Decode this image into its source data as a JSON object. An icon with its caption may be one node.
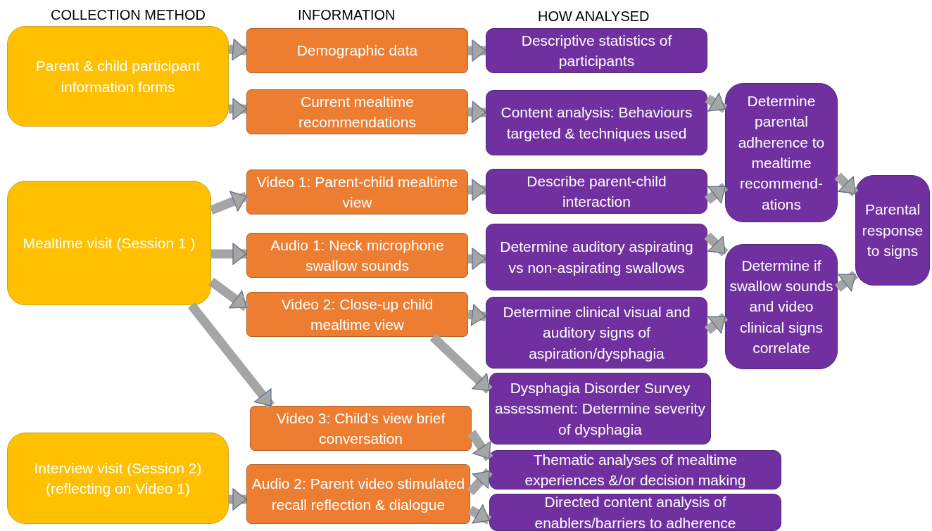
{
  "diagram": {
    "nodes": [
      {
        "text": [
          "Parent & child participant information forms"
        ]
      },
      {
        "text": [
          "Mealtime visit (Session 1 )"
        ]
      },
      {
        "text": [
          "Interview visit (Session 2) (reflecting on Video 1)"
        ]
      },
      {
        "text": [
          "Demographic data"
        ]
      },
      {
        "text": [
          "Current mealtime recommendations"
        ]
      },
      {
        "text": [
          "Video 1: Parent-child mealtime view"
        ]
      },
      {
        "text": [
          "Audio 1: Neck microphone swallow sounds"
        ]
      },
      {
        "text": [
          "Video 2: Close-up child mealtime view"
        ]
      },
      {
        "text": [
          "Video 3: Child’s view brief conversation"
        ]
      },
      {
        "text": [
          "Audio 2: Parent video stimulated recall reflection & dialogue"
        ]
      },
      {
        "text": [
          "Descriptive statistics of participants"
        ]
      },
      {
        "text": [
          "Content analysis: Behaviours targeted & techniques used"
        ]
      },
      {
        "text": [
          "Describe parent-child interaction"
        ]
      },
      {
        "text": [
          "Determine auditory aspirating vs non-aspirating swallows"
        ]
      },
      {
        "text": [
          "Determine clinical visual and auditory signs of aspiration/dysphagia"
        ]
      },
      {
        "text": [
          "Dysphagia Disorder Survey assessment: Determine severity of dysphagia"
        ]
      },
      {
        "text": [
          "Thematic analyses of mealtime experiences &/or decision making"
        ]
      },
      {
        "text": [
          "Directed content analysis of enablers/barriers to adherence"
        ]
      },
      {
        "text": [
          "Determine parental adherence to mealtime recommend-ations"
        ]
      },
      {
        "text": [
          "Determine if swallow sounds and video clinical signs correlate"
        ]
      },
      {
        "text": [
          "Parental response to signs"
        ]
      }
    ],
    "edges": [
      {
        "from": 0,
        "to": 3,
        "arrow": "to"
      },
      {
        "from": 0,
        "to": 4,
        "arrow": "to"
      },
      {
        "from": 1,
        "to": 5,
        "arrow": "to"
      },
      {
        "from": 1,
        "to": 6,
        "arrow": "to"
      },
      {
        "from": 1,
        "to": 7,
        "arrow": "to"
      },
      {
        "from": 1,
        "to": 8,
        "arrow": "to"
      },
      {
        "from": 2,
        "to": 9,
        "arrow": "to"
      },
      {
        "from": 3,
        "to": 10,
        "arrow": "to"
      },
      {
        "from": 4,
        "to": 11,
        "arrow": "to"
      },
      {
        "from": 5,
        "to": 12,
        "arrow": "to"
      },
      {
        "from": 6,
        "to": 13,
        "arrow": "to"
      },
      {
        "from": 7,
        "to": 14,
        "arrow": "to"
      },
      {
        "from": 7,
        "to": 15,
        "arrow": "to"
      },
      {
        "from": 8,
        "to": 16,
        "arrow": "to"
      },
      {
        "from": 9,
        "to": 16,
        "arrow": "to"
      },
      {
        "from": 9,
        "to": 17,
        "arrow": "to"
      },
      {
        "from": 11,
        "to": 18,
        "arrow": "to"
      },
      {
        "from": 12,
        "to": 18,
        "arrow": "to"
      },
      {
        "from": 13,
        "to": 19,
        "arrow": "to"
      },
      {
        "from": 14,
        "to": 19,
        "arrow": "to"
      },
      {
        "from": 18,
        "to": 20,
        "arrow": "to"
      },
      {
        "from": 19,
        "to": 20,
        "arrow": "to"
      }
    ],
    "labels": [
      "COLLECTION METHOD",
      "INFORMATION",
      "HOW ANALYSED"
    ]
  }
}
